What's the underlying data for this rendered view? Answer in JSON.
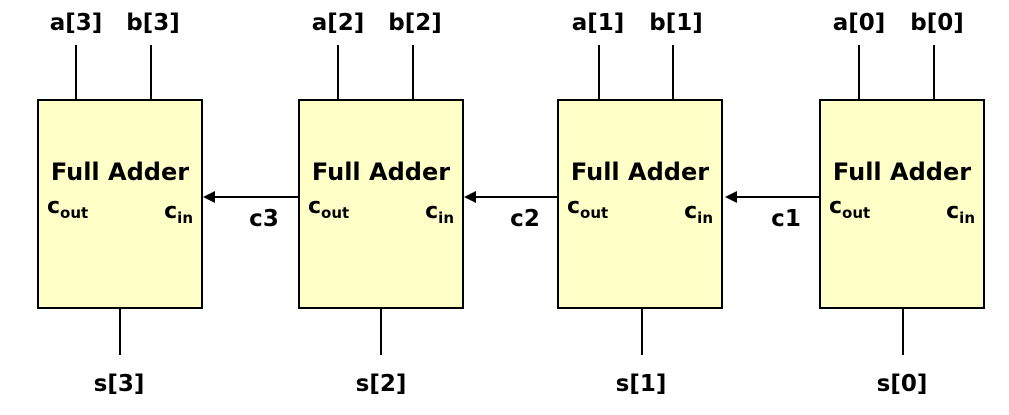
{
  "adders": [
    {
      "title": "Full Adder",
      "cout": {
        "main": "c",
        "sub": "out"
      },
      "cin": {
        "main": "c",
        "sub": "in"
      },
      "input_a": "a[3]",
      "input_b": "b[3]",
      "sum": "s[3]"
    },
    {
      "title": "Full Adder",
      "cout": {
        "main": "c",
        "sub": "out"
      },
      "cin": {
        "main": "c",
        "sub": "in"
      },
      "input_a": "a[2]",
      "input_b": "b[2]",
      "sum": "s[2]"
    },
    {
      "title": "Full Adder",
      "cout": {
        "main": "c",
        "sub": "out"
      },
      "cin": {
        "main": "c",
        "sub": "in"
      },
      "input_a": "a[1]",
      "input_b": "b[1]",
      "sum": "s[1]"
    },
    {
      "title": "Full Adder",
      "cout": {
        "main": "c",
        "sub": "out"
      },
      "cin": {
        "main": "c",
        "sub": "in"
      },
      "input_a": "a[0]",
      "input_b": "b[0]",
      "sum": "s[0]"
    }
  ],
  "carries": [
    {
      "label": "c3"
    },
    {
      "label": "c2"
    },
    {
      "label": "c1"
    }
  ],
  "colors": {
    "box_fill": "#ffffc8",
    "stroke": "#000000"
  }
}
